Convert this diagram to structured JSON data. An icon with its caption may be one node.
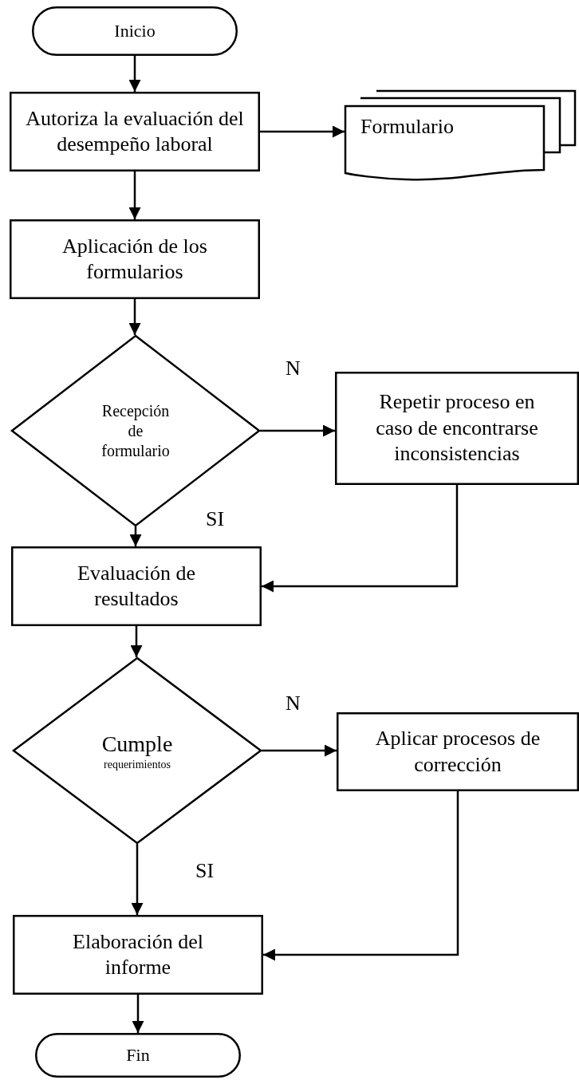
{
  "diagram": {
    "nodes": [
      {
        "text": [
          "Inicio"
        ]
      },
      {
        "text": [
          "Autoriza la evaluación del desempeño laboral"
        ]
      },
      {
        "text": [
          "Formulario"
        ]
      },
      {
        "text": [
          "Aplicación de los formularios"
        ]
      },
      {
        "text": [
          "Recepción de formulario"
        ]
      },
      {
        "text": [
          "Repetir proceso en caso de encontrarse inconsistencias"
        ]
      },
      {
        "text": [
          "Evaluación de resultados"
        ]
      },
      {
        "text": [
          "Cumple",
          "requerimientos"
        ]
      },
      {
        "text": [
          "Aplicar procesos de corrección"
        ]
      },
      {
        "text": [
          "Elaboración del informe"
        ]
      },
      {
        "text": [
          "Fin"
        ]
      }
    ],
    "edges": [
      {
        "from": 0,
        "to": 1,
        "arrow": "to"
      },
      {
        "from": 1,
        "to": 2,
        "arrow": "to"
      },
      {
        "from": 1,
        "to": 3,
        "arrow": "to"
      },
      {
        "from": 3,
        "to": 4,
        "arrow": "to"
      },
      {
        "from": 4,
        "to": 5,
        "arrow": "to",
        "label": "N"
      },
      {
        "from": 4,
        "to": 6,
        "arrow": "to",
        "label": "SI"
      },
      {
        "from": 5,
        "to": 6,
        "arrow": "to"
      },
      {
        "from": 6,
        "to": 7,
        "arrow": "to"
      },
      {
        "from": 7,
        "to": 8,
        "arrow": "to",
        "label": "N"
      },
      {
        "from": 7,
        "to": 9,
        "arrow": "to",
        "label": "SI"
      },
      {
        "from": 8,
        "to": 9,
        "arrow": "to"
      },
      {
        "from": 9,
        "to": 10,
        "arrow": "to"
      }
    ]
  }
}
